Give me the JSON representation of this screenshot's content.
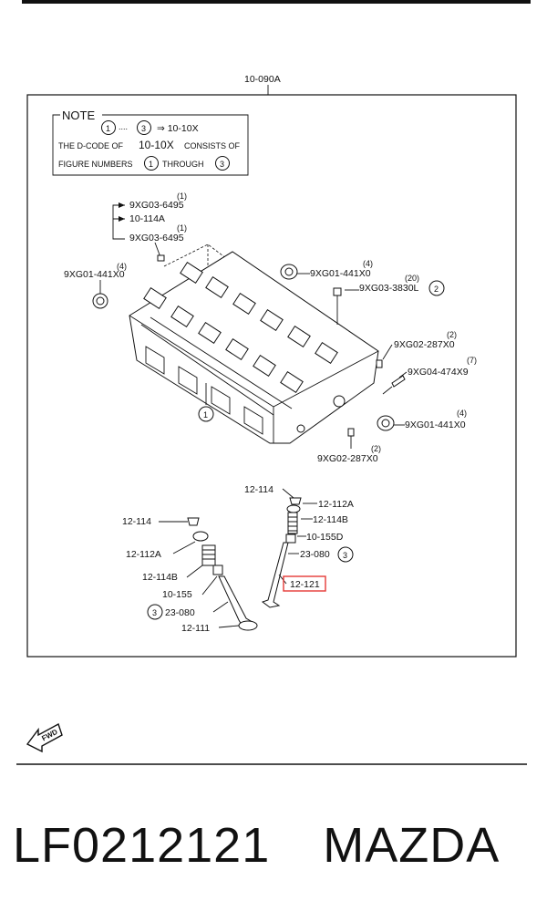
{
  "header": {
    "code": "10-090A"
  },
  "note": {
    "title": "NOTE",
    "c1": "1",
    "dots": "....",
    "c3": "3",
    "arrow_code": "⇒ 10-10X",
    "line2_a": "THE D-CODE OF",
    "line2_code": "10-10X",
    "line2_b": "CONSISTS OF",
    "line3_a": "FIGURE NUMBERS",
    "line3_b": "THROUGH"
  },
  "upper_labels": {
    "q1": "(1)",
    "p1": "9XG03-6495",
    "p2": "10-114A",
    "q2": "(1)",
    "p3": "9XG03-6495",
    "q3": "(4)",
    "p4": "9XG01-441X0",
    "q4": "(4)",
    "p5": "9XG01-441X0",
    "q5": "(20)",
    "p6": "9XG03-3830L",
    "c_p6": "2",
    "q6": "(2)",
    "p7": "9XG02-287X0",
    "q7": "(7)",
    "p8": "9XG04-474X9",
    "q8": "(4)",
    "p9": "9XG01-441X0",
    "q9": "(2)",
    "p10": "9XG02-287X0",
    "c_head": "1"
  },
  "valve_labels": {
    "r1": "12-114",
    "r2": "12-112A",
    "r3": "12-114B",
    "r4": "10-155D",
    "r5": "23-080",
    "c_r5": "3",
    "highlight": "12-121",
    "l1": "12-114",
    "l2": "12-112A",
    "l3": "12-114B",
    "l4": "10-155",
    "l5": "23-080",
    "c_l5": "3",
    "l6": "12-111"
  },
  "fwd_label": "FWD",
  "footer": {
    "part_number": "LF0212121",
    "brand": "MAZDA"
  },
  "colors": {
    "highlight": "#e53935",
    "ink": "#111111"
  }
}
